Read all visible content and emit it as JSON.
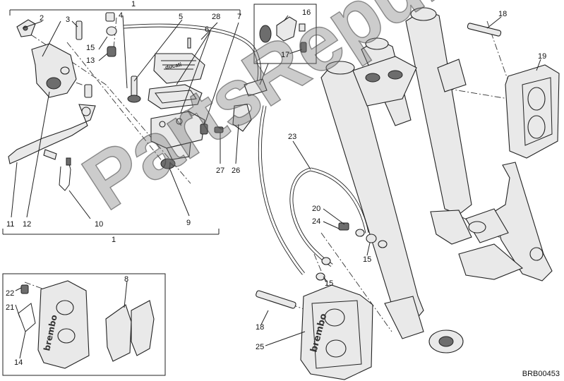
{
  "labels": {
    "l1_top": "1",
    "l2": "2",
    "l3": "3",
    "l4": "4",
    "l5": "5",
    "l28": "28",
    "l7": "7",
    "l16": "16",
    "l18_top": "18",
    "l6": "6",
    "l15_a": "15",
    "l13": "13",
    "l17": "17",
    "l19": "19",
    "l23": "23",
    "l27": "27",
    "l26": "26",
    "l11": "11",
    "l12": "12",
    "l10": "10",
    "l9": "9",
    "l1_bottom": "1",
    "l20": "20",
    "l24": "24",
    "l15_b": "15",
    "l15_c": "15",
    "l8": "8",
    "l22": "22",
    "l21": "21",
    "l14": "14",
    "l18_bottom": "18",
    "l25": "25"
  },
  "caliper_brand": "brembo",
  "reservoir_brand": "ducati",
  "watermark": "PartsRepublik",
  "diagram_code": "BRB00453"
}
